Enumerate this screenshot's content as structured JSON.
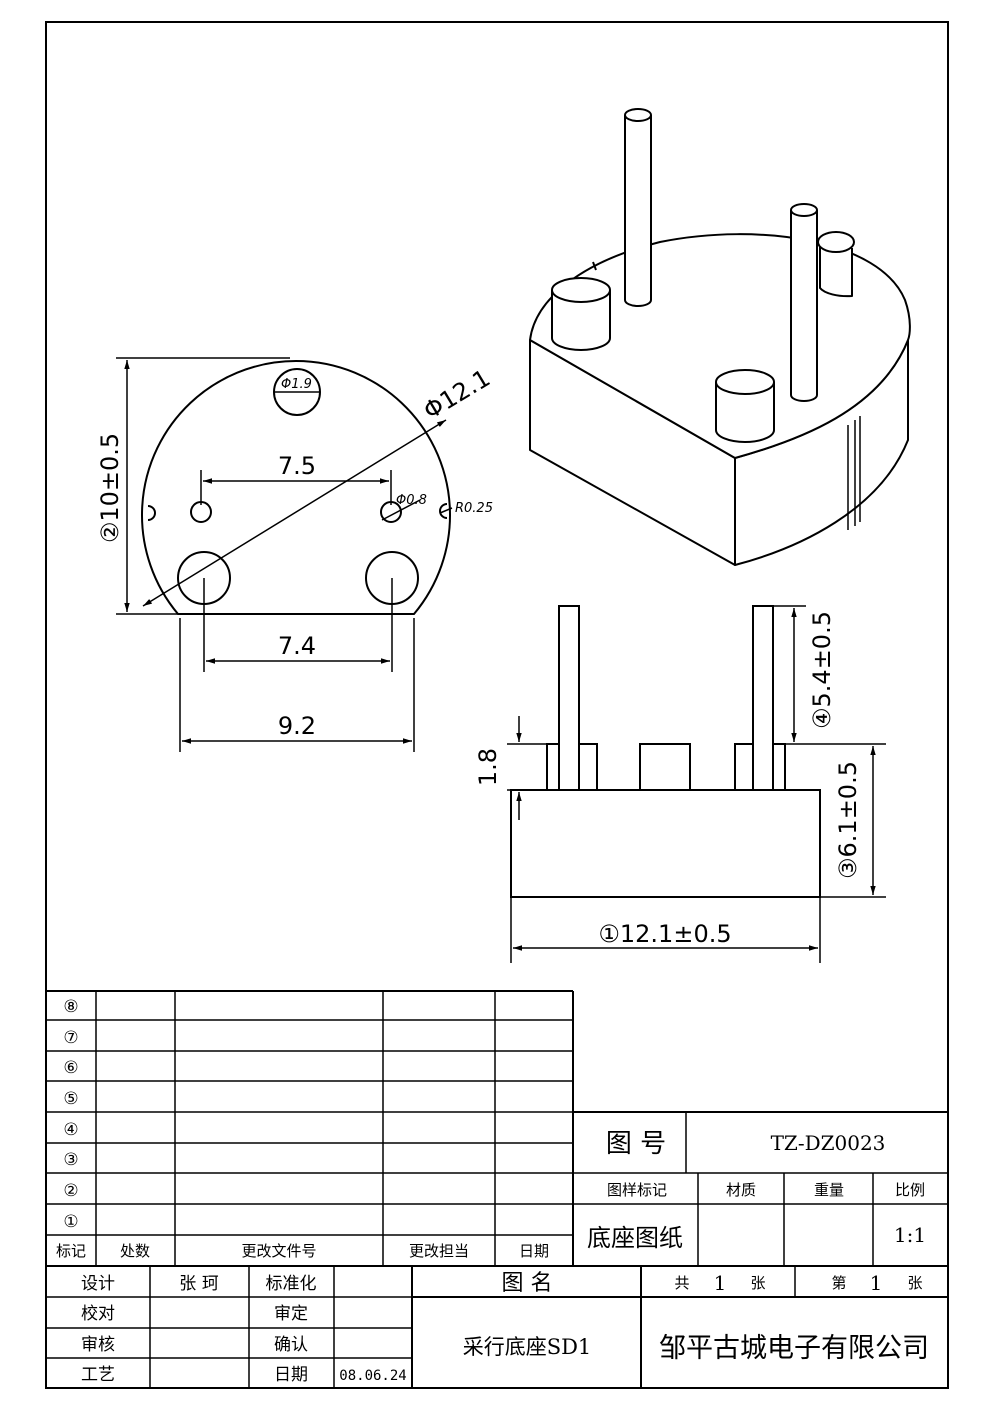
{
  "dims": {
    "width_7_5": "7.5",
    "width_7_4": "7.4",
    "width_9_2": "9.2",
    "diameter_12_1": "Φ12.1",
    "hole_1_9": "Φ1.9",
    "hole_0_8": "Φ0.8",
    "radius_0_25": "R0.25",
    "height_10": "②10±0.5",
    "height_1_8": "1.8",
    "pin_5_4": "④5.4±0.5",
    "height_6_1": "③6.1±0.5",
    "length_12_1": "①12.1±0.5"
  },
  "revision_table": {
    "row_marks": [
      "⑧",
      "⑦",
      "⑥",
      "⑤",
      "④",
      "③",
      "②",
      "①"
    ],
    "headers": [
      "标记",
      "处数",
      "更改文件号",
      "更改担当",
      "日期"
    ]
  },
  "title_block": {
    "drawing_no_label": "图 号",
    "drawing_no": "TZ-DZ0023",
    "col_headers": [
      "图样标记",
      "材质",
      "重量",
      "比例"
    ],
    "drawing_type": "底座图纸",
    "scale": "1:1",
    "design_label": "设计",
    "designer": "张 珂",
    "standard_label": "标准化",
    "check_label": "校对",
    "approve_label": "审定",
    "review_label": "审核",
    "confirm_label": "确认",
    "process_label": "工艺",
    "date_label": "日期",
    "date": "08.06.24",
    "name_label": "图 名",
    "part_name": "采行底座SD1",
    "total_label": "共",
    "total_count": "1",
    "sheet_unit": "张",
    "sheet_label": "第",
    "sheet_num": "1",
    "sheet_unit2": "张",
    "company": "邹平古城电子有限公司"
  }
}
